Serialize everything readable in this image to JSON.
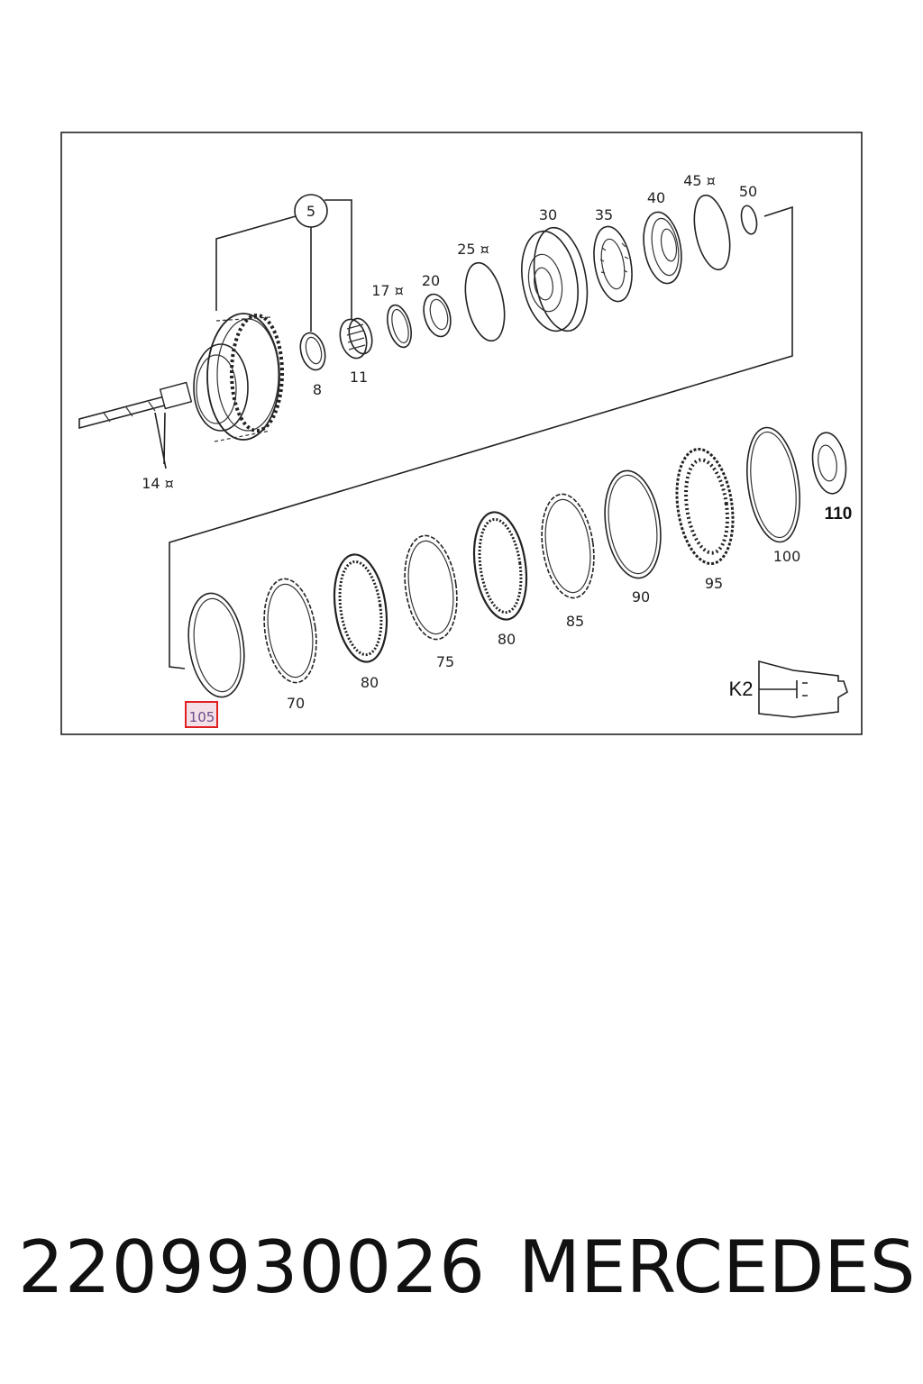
{
  "diagram": {
    "labels": {
      "p5": "5",
      "p8": "8",
      "p11": "11",
      "p14": "14 ¤",
      "p17": "17 ¤",
      "p20": "20",
      "p25": "25 ¤",
      "p30": "30",
      "p35": "35",
      "p40": "40",
      "p45": "45 ¤",
      "p50": "50",
      "p70": "70",
      "p75": "75",
      "p80a": "80",
      "p80b": "80",
      "p85": "85",
      "p90": "90",
      "p95": "95",
      "p100": "100",
      "p105": "105",
      "p110": "110",
      "k2": "K2"
    },
    "highlight_color": "#e02020"
  },
  "caption": {
    "part_number": "2209930026",
    "brand": "MERCEDES"
  }
}
